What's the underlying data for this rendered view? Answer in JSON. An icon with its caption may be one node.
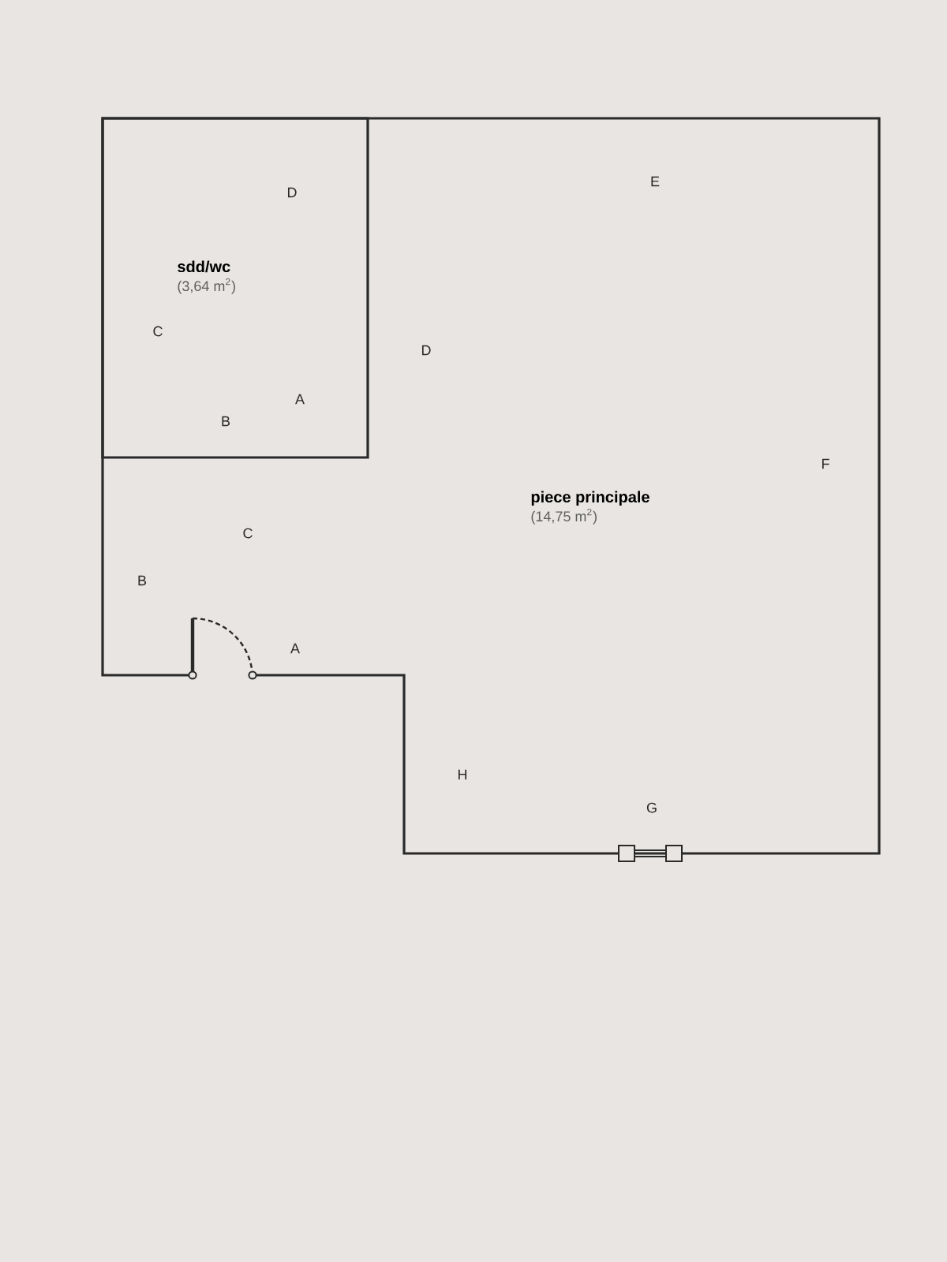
{
  "diagram": {
    "nodes": [
      {
        "text": [
          "piece principale",
          "(14,75 m$^{2}$)"
        ]
      },
      {
        "text": [
          "sdd/wc",
          "(3,64 m$^{2}$)"
        ],
        "in": 0
      }
    ],
    "labels": [
      "D",
      "E",
      "C",
      "D",
      "A",
      "B",
      "F",
      "C",
      "B",
      "A",
      "H",
      "G"
    ]
  }
}
